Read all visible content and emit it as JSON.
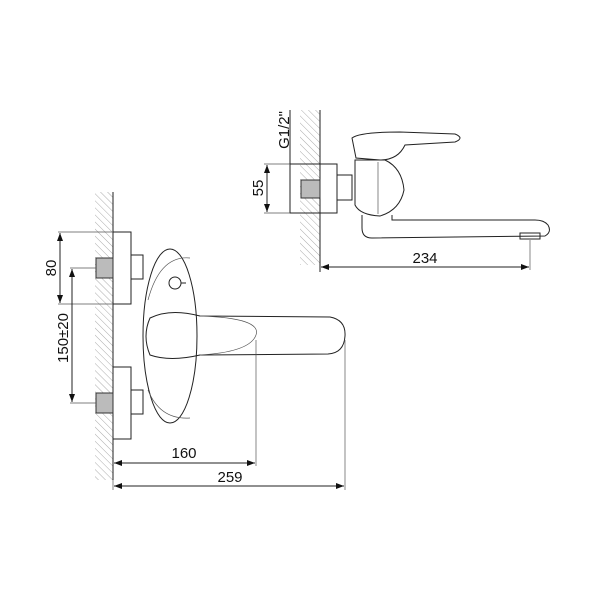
{
  "front_view": {
    "dim_overall_length": "259",
    "dim_handle_length": "160",
    "dim_flange_height": "80",
    "dim_inlet_spacing": "150±20"
  },
  "side_view": {
    "dim_spout_reach": "234",
    "dim_flange_diameter": "55",
    "thread_size": "G1/2\""
  },
  "colors": {
    "line": "#222222",
    "background": "#ffffff"
  }
}
